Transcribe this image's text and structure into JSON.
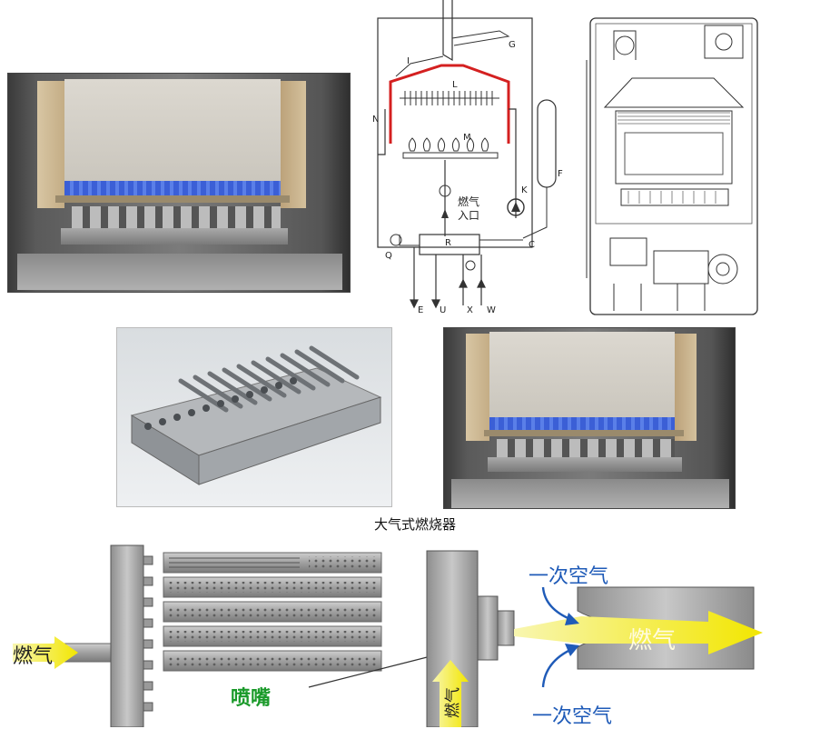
{
  "caption": "大气式燃烧器",
  "labels": {
    "gas_inlet_left": "燃气",
    "nozzle": "喷嘴",
    "primary_air_top": "一次空气",
    "primary_air_bottom": "一次空气",
    "gas_right": "燃气",
    "gas_vertical": "燃气"
  },
  "schematic": {
    "inlet_line1": "燃气",
    "inlet_line2": "入口",
    "letters": [
      "I",
      "L",
      "M",
      "N",
      "G",
      "F",
      "K",
      "R",
      "E",
      "U",
      "X",
      "W",
      "C",
      "Q"
    ]
  },
  "colors": {
    "arrow_yellow": "#f2e600",
    "air_blue": "#1f5bb8",
    "nozzle_green": "#1a9a2a",
    "heat_red": "#d42020"
  }
}
